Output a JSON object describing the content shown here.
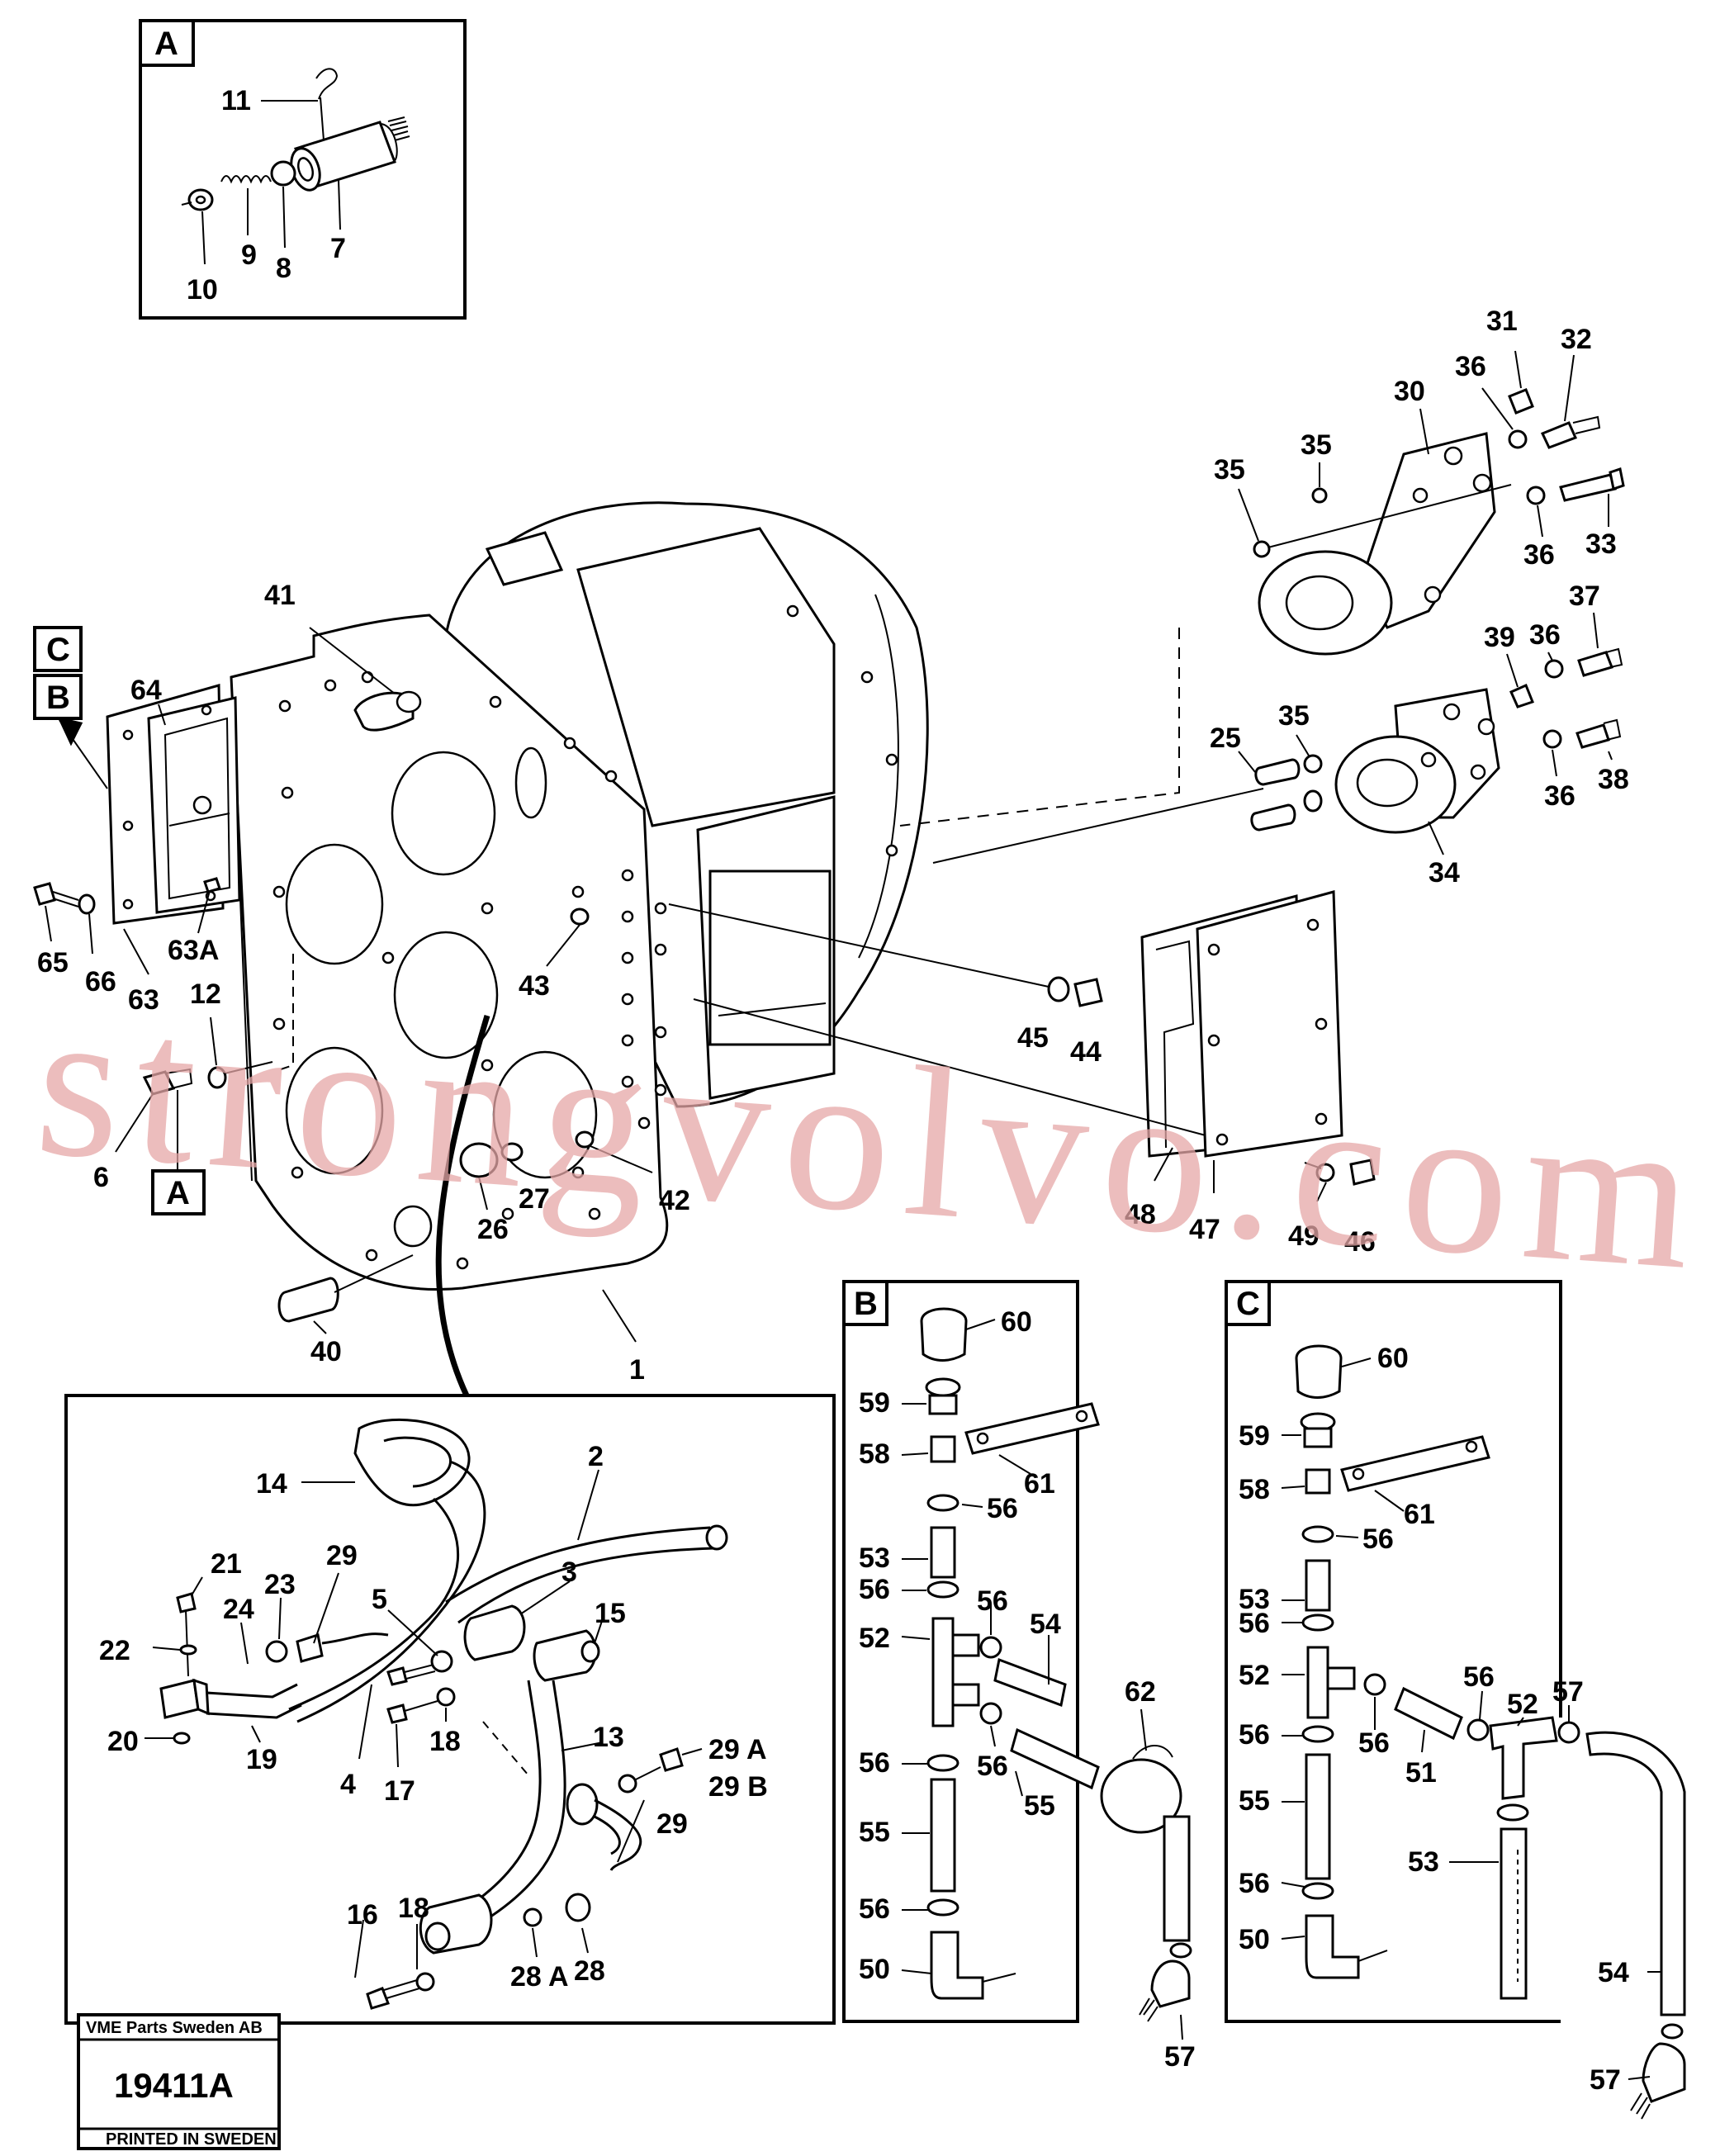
{
  "sections": [
    {
      "id": "A",
      "label": "A"
    },
    {
      "id": "B",
      "label": "B"
    },
    {
      "id": "C",
      "label": "C"
    }
  ],
  "section_refs": {
    "c_ref": "C",
    "b_ref": "B",
    "a_ref": "A"
  },
  "main_labels": [
    "1",
    "6",
    "12",
    "25",
    "26",
    "27",
    "30",
    "31",
    "32",
    "33",
    "34",
    "35",
    "35",
    "35",
    "36",
    "36",
    "36",
    "36",
    "37",
    "38",
    "39",
    "40",
    "41",
    "42",
    "43",
    "44",
    "45",
    "46",
    "47",
    "48",
    "49",
    "63",
    "63A",
    "64",
    "65",
    "66"
  ],
  "inset_a_labels": [
    "7",
    "8",
    "9",
    "10",
    "11"
  ],
  "inset_bottom_labels": [
    "2",
    "3",
    "4",
    "5",
    "13",
    "14",
    "15",
    "16",
    "17",
    "18",
    "18",
    "19",
    "20",
    "21",
    "22",
    "23",
    "24",
    "28",
    "28 A",
    "29",
    "29",
    "29 A",
    "29 B"
  ],
  "inset_b_labels": [
    "50",
    "52",
    "53",
    "54",
    "55",
    "55",
    "56",
    "56",
    "56",
    "56",
    "56",
    "56",
    "57",
    "58",
    "59",
    "60",
    "61",
    "62"
  ],
  "inset_c_labels": [
    "50",
    "51",
    "52",
    "52",
    "53",
    "53",
    "54",
    "55",
    "56",
    "56",
    "56",
    "56",
    "56",
    "56",
    "57",
    "58",
    "59",
    "60",
    "61"
  ],
  "reference": {
    "company": "VME Parts Sweden AB",
    "number": "19411A",
    "printed": "PRINTED IN SWEDEN"
  },
  "watermark": "strongvolvo.com",
  "colors": {
    "ink": "#000000",
    "paper": "#ffffff",
    "watermark": "#e6a7a7"
  }
}
